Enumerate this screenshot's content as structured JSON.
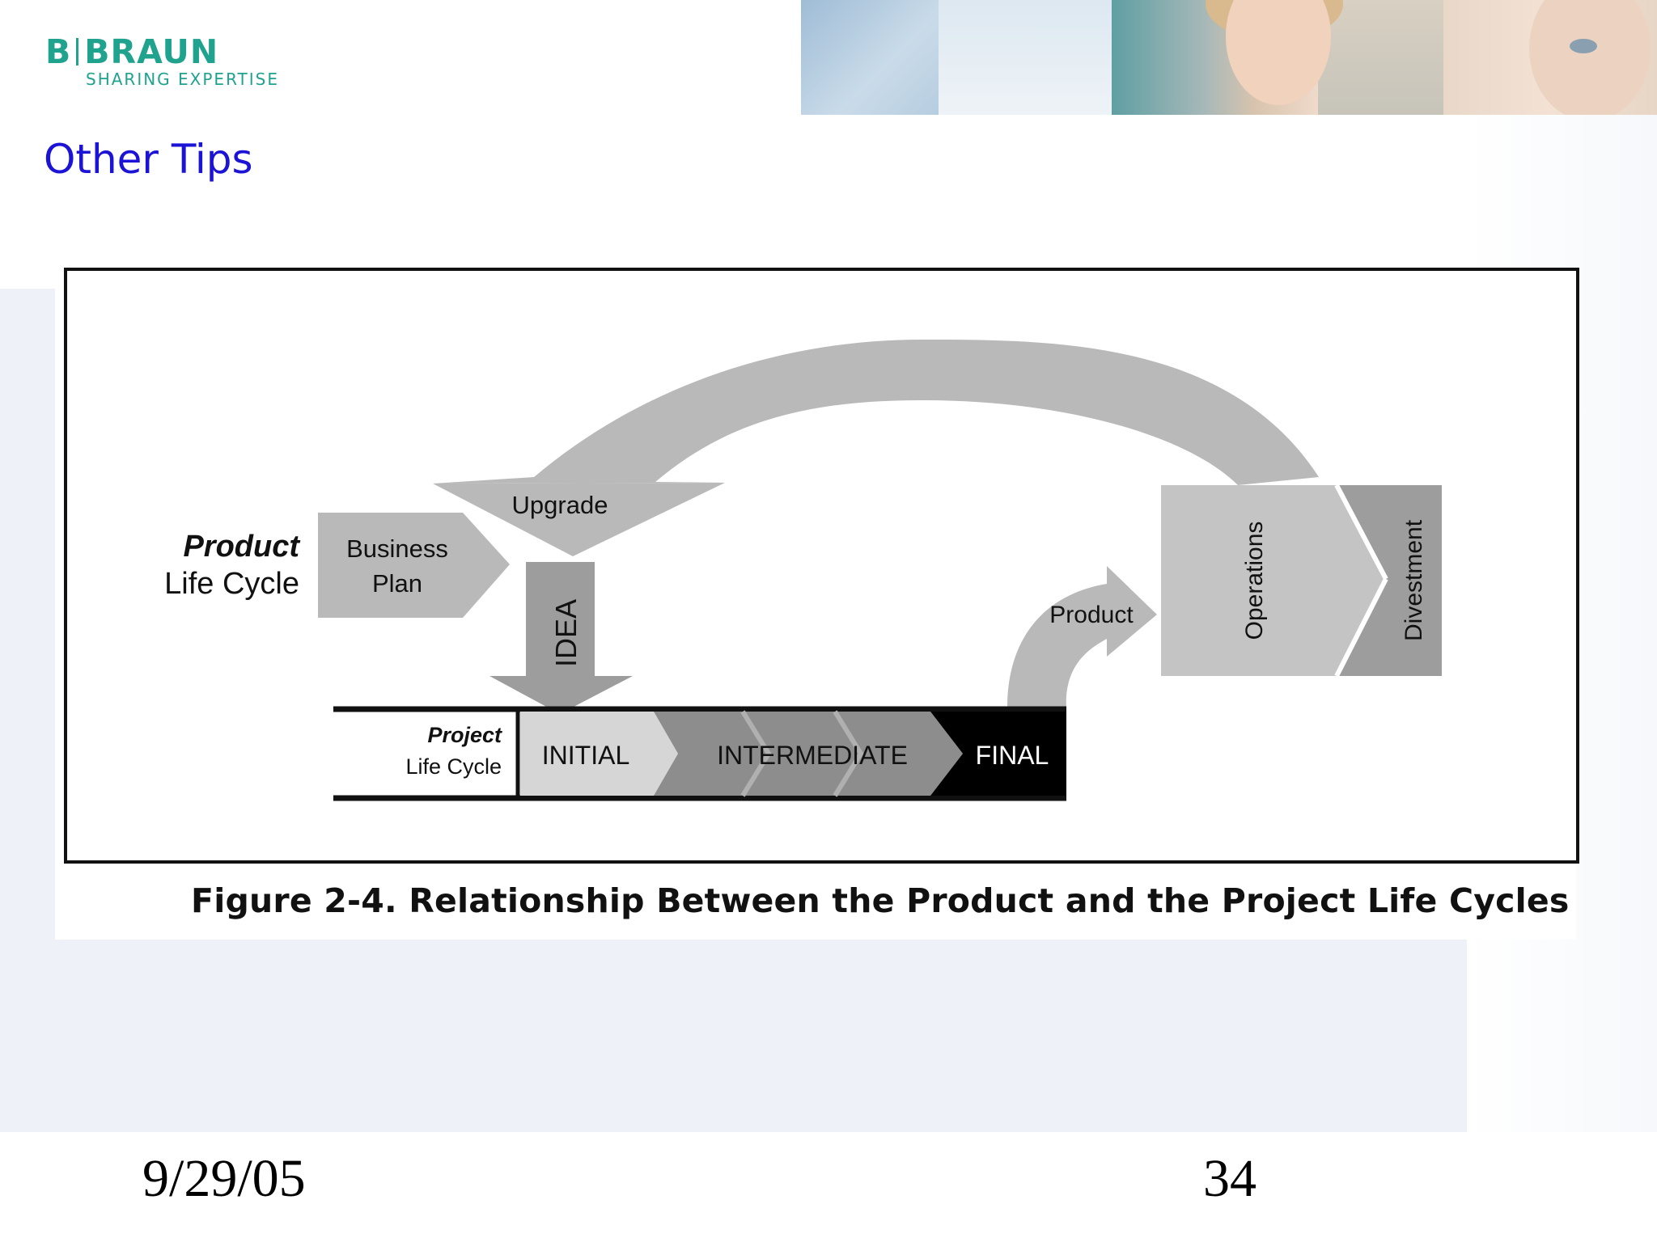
{
  "logo": {
    "brand": "B|BRAUN",
    "brand_left": "B",
    "brand_right": "BRAUN",
    "tagline": "SHARING EXPERTISE"
  },
  "slide": {
    "title": "Other Tips"
  },
  "figure": {
    "product_life_cycle": {
      "line1": "Product",
      "line2": "Life Cycle"
    },
    "business_plan": {
      "line1": "Business",
      "line2": "Plan"
    },
    "upgrade": "Upgrade",
    "idea": "IDEA",
    "product_arrow": "Product",
    "operations": "Operations",
    "divestment": "Divestment",
    "project_life_cycle": {
      "line1": "Project",
      "line2": "Life Cycle"
    },
    "phases": [
      "INITIAL",
      "INTERMEDIATE",
      "FINAL"
    ],
    "caption": "Figure 2-4. Relationship Between the Product and the Project Life Cycles"
  },
  "footer": {
    "date": "9/29/05",
    "page": "34"
  },
  "colors": {
    "title": "#1b13d6",
    "brand": "#1fa38e",
    "arrow_gray": "#b9b9b9",
    "dark_gray": "#8d8d8d",
    "black": "#000000"
  }
}
